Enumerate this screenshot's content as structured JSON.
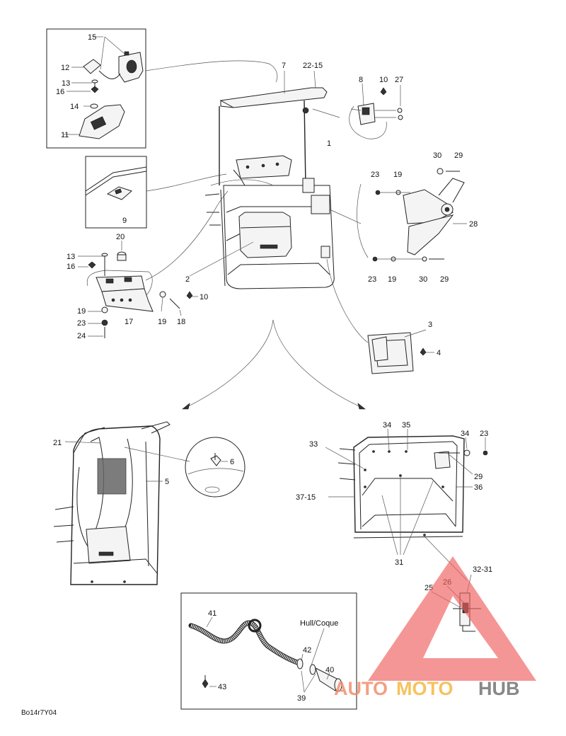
{
  "callouts": {
    "c1": "1",
    "c2": "2",
    "c3": "3",
    "c4": "4",
    "c5": "5",
    "c6": "6",
    "c7": "7",
    "c8": "8",
    "c9": "9",
    "c10a": "10",
    "c10b": "10",
    "c11": "11",
    "c12": "12",
    "c13a": "13",
    "c13b": "13",
    "c14": "14",
    "c15": "15",
    "c16a": "16",
    "c16b": "16",
    "c17": "17",
    "c18": "18",
    "c19a": "19",
    "c19b": "19",
    "c19c": "19",
    "c19d": "19",
    "c20": "20",
    "c21": "21",
    "c22_15": "22-15",
    "c23a": "23",
    "c23b": "23",
    "c23c": "23",
    "c23d": "23",
    "c24": "24",
    "c25": "25",
    "c26": "26",
    "c27": "27",
    "c28": "28",
    "c29a": "29",
    "c29b": "29",
    "c29c": "29",
    "c30a": "30",
    "c30b": "30",
    "c31": "31",
    "c32_31": "32-31",
    "c33": "33",
    "c34a": "34",
    "c34b": "34",
    "c35": "35",
    "c36": "36",
    "c37_15": "37-15",
    "c39": "39",
    "c40": "40",
    "c41": "41",
    "c42": "42",
    "c43": "43",
    "hull": "Hull/Coque"
  },
  "figure_code": "Bo14r7Y04",
  "watermark": {
    "word1": "AUTO",
    "word2": "MOTO",
    "word3": "HUB",
    "colors": {
      "auto": "#f08a6a",
      "moto": "#f5b53a",
      "hub": "#6e6e6e",
      "triangle": "#f06060"
    }
  }
}
